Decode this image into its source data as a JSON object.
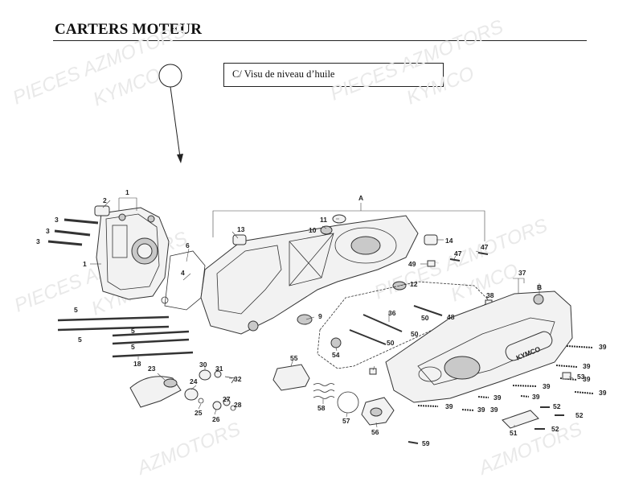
{
  "page": {
    "title": "CARTERS MOTEUR",
    "note": "C/ Visu de niveau d’huile"
  },
  "watermarks": {
    "top_left_1": "PIECES AZMOTORS",
    "top_left_2": "KYMCO",
    "top_right_1": "PIECES AZMOTORS",
    "top_right_2": "KYMCO",
    "mid_left_1": "PIECES AZMOTORS",
    "mid_left_2": "KYMCO",
    "mid_right_1": "PIECES AZMOTORS",
    "mid_right_2": "KYMCO",
    "bottom_left": "AZMOTORS",
    "bottom_right": "AZMOTORS"
  },
  "cover_brand": "KYMCO",
  "callouts": {
    "c1a": "1",
    "c1b": "1",
    "c2": "2",
    "c3a": "3",
    "c3b": "3",
    "c3c": "3",
    "c4": "4",
    "c5a": "5",
    "c5b": "5",
    "c5c": "5",
    "c5d": "5",
    "c6": "6",
    "c9": "9",
    "c10": "10",
    "c11": "11",
    "c12": "12",
    "c13": "13",
    "c14": "14",
    "c18": "18",
    "c23": "23",
    "c24": "24",
    "c25": "25",
    "c26": "26",
    "c27": "27",
    "c28": "28",
    "c30": "30",
    "c31": "31",
    "c32": "32",
    "c36": "36",
    "c37": "37",
    "c38": "38",
    "c39a": "39",
    "c39b": "39",
    "c39c": "39",
    "c39d": "39",
    "c39e": "39",
    "c39f": "39",
    "c39g": "39",
    "c39h": "39",
    "c39i": "39",
    "c39j": "39",
    "c47a": "47",
    "c47b": "47",
    "c48": "48",
    "c49": "49",
    "c50a": "50",
    "c50b": "50",
    "c50c": "50",
    "c51": "51",
    "c52a": "52",
    "c52b": "52",
    "c52c": "52",
    "c53": "53",
    "c54": "54",
    "c55": "55",
    "c56": "56",
    "c57": "57",
    "c58": "58",
    "c59": "59",
    "cA": "A",
    "cB": "B"
  }
}
